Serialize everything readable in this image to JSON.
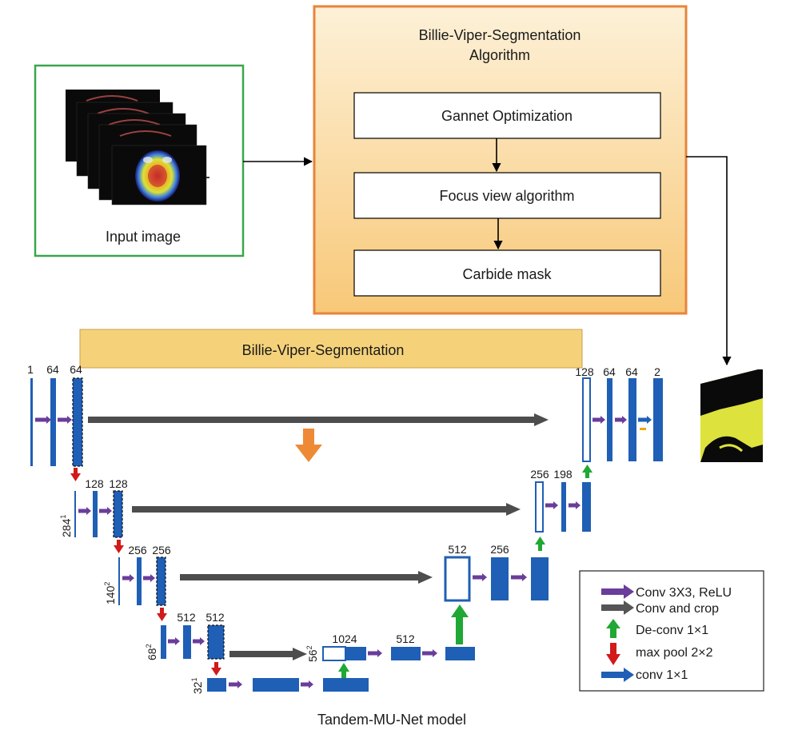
{
  "input_panel": {
    "label": "Input image"
  },
  "algorithm_panel": {
    "title_line1": "Billie-Viper-Segmentation",
    "title_line2": "Algorithm",
    "steps": [
      "Gannet Optimization",
      "Focus view algorithm",
      "Carbide mask"
    ]
  },
  "banner": {
    "label": "Billie-Viper-Segmentation"
  },
  "unet": {
    "level1": {
      "channels": [
        "1",
        "64",
        "64"
      ],
      "decoder_channels": [
        "128",
        "64",
        "64",
        "2"
      ]
    },
    "level2": {
      "channels": [
        "128",
        "128"
      ],
      "size": "284",
      "size_sup": "1",
      "decoder_channels": [
        "256",
        "198"
      ]
    },
    "level3": {
      "channels": [
        "256",
        "256"
      ],
      "size": "140",
      "size_sup": "2",
      "decoder_channels": [
        "512",
        "256"
      ]
    },
    "level4": {
      "channels": [
        "512",
        "512"
      ],
      "size": "68",
      "size_sup": "2",
      "decoder_channels": [
        "1024",
        "512"
      ],
      "up_size": "56",
      "up_size_sup": "2"
    },
    "level5": {
      "size": "32",
      "size_sup": "1"
    }
  },
  "legend": {
    "items": [
      {
        "label": "Conv 3X3, ReLU",
        "color": "#6a3d9a",
        "icon": "purple-right-arrow-icon"
      },
      {
        "label": "Conv and crop",
        "color": "#555555",
        "icon": "gray-right-arrow-icon"
      },
      {
        "label": "De-conv 1×1",
        "color": "#1a9b2c",
        "icon": "green-up-arrow-icon"
      },
      {
        "label": "max pool 2×2",
        "color": "#cc1b1b",
        "icon": "red-down-arrow-icon"
      },
      {
        "label": "conv 1×1",
        "color": "#1f5fb5",
        "icon": "blue-right-arrow-icon"
      }
    ]
  },
  "caption": "Tandem-MU-Net model",
  "colors": {
    "feature_map": "#1f5fb5",
    "skip_arrow": "#4d4d4d",
    "conv_arrow": "#6a3d9a",
    "upconv_arrow": "#1fa833",
    "pool_arrow": "#d11a1a",
    "algorithm_fill": "#fbd89a",
    "algorithm_border": "#e8843a",
    "input_border": "#3aa64d",
    "banner_fill": "#f7d57a"
  }
}
